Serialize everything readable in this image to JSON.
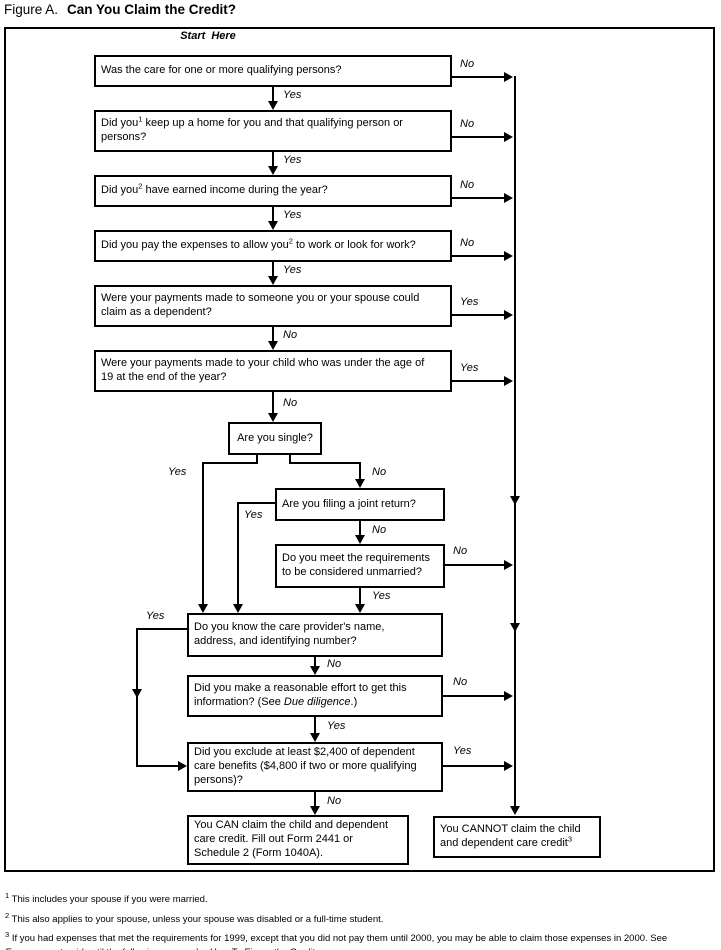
{
  "title": {
    "figure": "Figure A.",
    "heading": "Can You Claim the Credit?"
  },
  "start_here": "Start Here",
  "labels": {
    "yes": "Yes",
    "no": "No"
  },
  "questions": {
    "q1": {
      "text": "Was the care for one or more qualifying persons?"
    },
    "q2": {
      "pre": "Did you",
      "sup": "1",
      "post": " keep up a home for you and that qualifying person or\npersons?"
    },
    "q3": {
      "pre": "Did you",
      "sup": "2",
      "post": " have earned income during the year?"
    },
    "q4": {
      "pre": "Did you pay the expenses to allow you",
      "sup": "2",
      "post": " to work or look for work?"
    },
    "q5": {
      "text": "Were your payments made to someone you or your spouse could\nclaim as a dependent?"
    },
    "q6": {
      "text": "Were your payments made to your child who was under the age of\n19 at the end of the year?"
    },
    "q7": {
      "text": "Are you single?"
    },
    "q8": {
      "text": "Are you filing a joint return?"
    },
    "q9": {
      "text": "Do you meet the requirements\nto be considered unmarried?"
    },
    "q10": {
      "text": "Do you know the care provider's name,\naddress, and identifying number?"
    },
    "q11": {
      "pre": "Did you make a reasonable effort to get this\ninformation? (See ",
      "italic": "Due diligence",
      "post": ".)"
    },
    "q12": {
      "text": "Did you exclude at least $2,400 of dependent\ncare benefits ($4,800 if two or more qualifying\npersons)?"
    }
  },
  "results": {
    "can": {
      "text": "You CAN claim the child and dependent\ncare credit. Fill out Form 2441 or\nSchedule 2 (Form 1040A)."
    },
    "cannot": {
      "pre": "You CANNOT claim the child\nand dependent care credit",
      "sup": "3"
    }
  },
  "footnotes": [
    {
      "marker": "1",
      "text": "This includes your spouse if you were married."
    },
    {
      "marker": "2",
      "text": "This also applies to your spouse, unless your spouse was disabled or a full-time student."
    },
    {
      "marker": "3",
      "pre": "If you had expenses that met the requirements for 1999, except that you did not pay them until 2000, you may be able to claim those expenses in 2000. See\n",
      "italic1": "Expenses not paid until the following year",
      "mid": " under ",
      "italic2": "How To Figure the Credit",
      "post": "."
    }
  ]
}
